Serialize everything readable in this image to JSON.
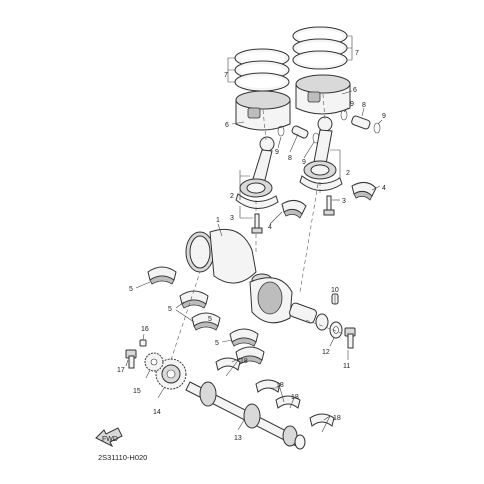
{
  "diagram": {
    "drawing_code": "2S31110-H020",
    "fwd_label": "FWD",
    "callouts": {
      "n1": "1",
      "n2a": "2",
      "n2b": "2",
      "n3a": "3",
      "n3b": "3",
      "n4a": "4",
      "n4b": "4",
      "n5a": "5",
      "n5b": "5",
      "n5c": "5",
      "n5d": "5",
      "n6a": "6",
      "n6b": "6",
      "n7a": "7",
      "n7b": "7",
      "n8a": "8",
      "n8b": "8",
      "n9a": "9",
      "n9b": "9",
      "n9c": "9",
      "n9d": "9",
      "n10": "10",
      "n11": "11",
      "n12": "12",
      "n13": "13",
      "n14": "14",
      "n15": "15",
      "n16": "16",
      "n17": "17",
      "n18a": "18",
      "n18b": "18",
      "n18c": "18",
      "n18d": "18"
    }
  }
}
